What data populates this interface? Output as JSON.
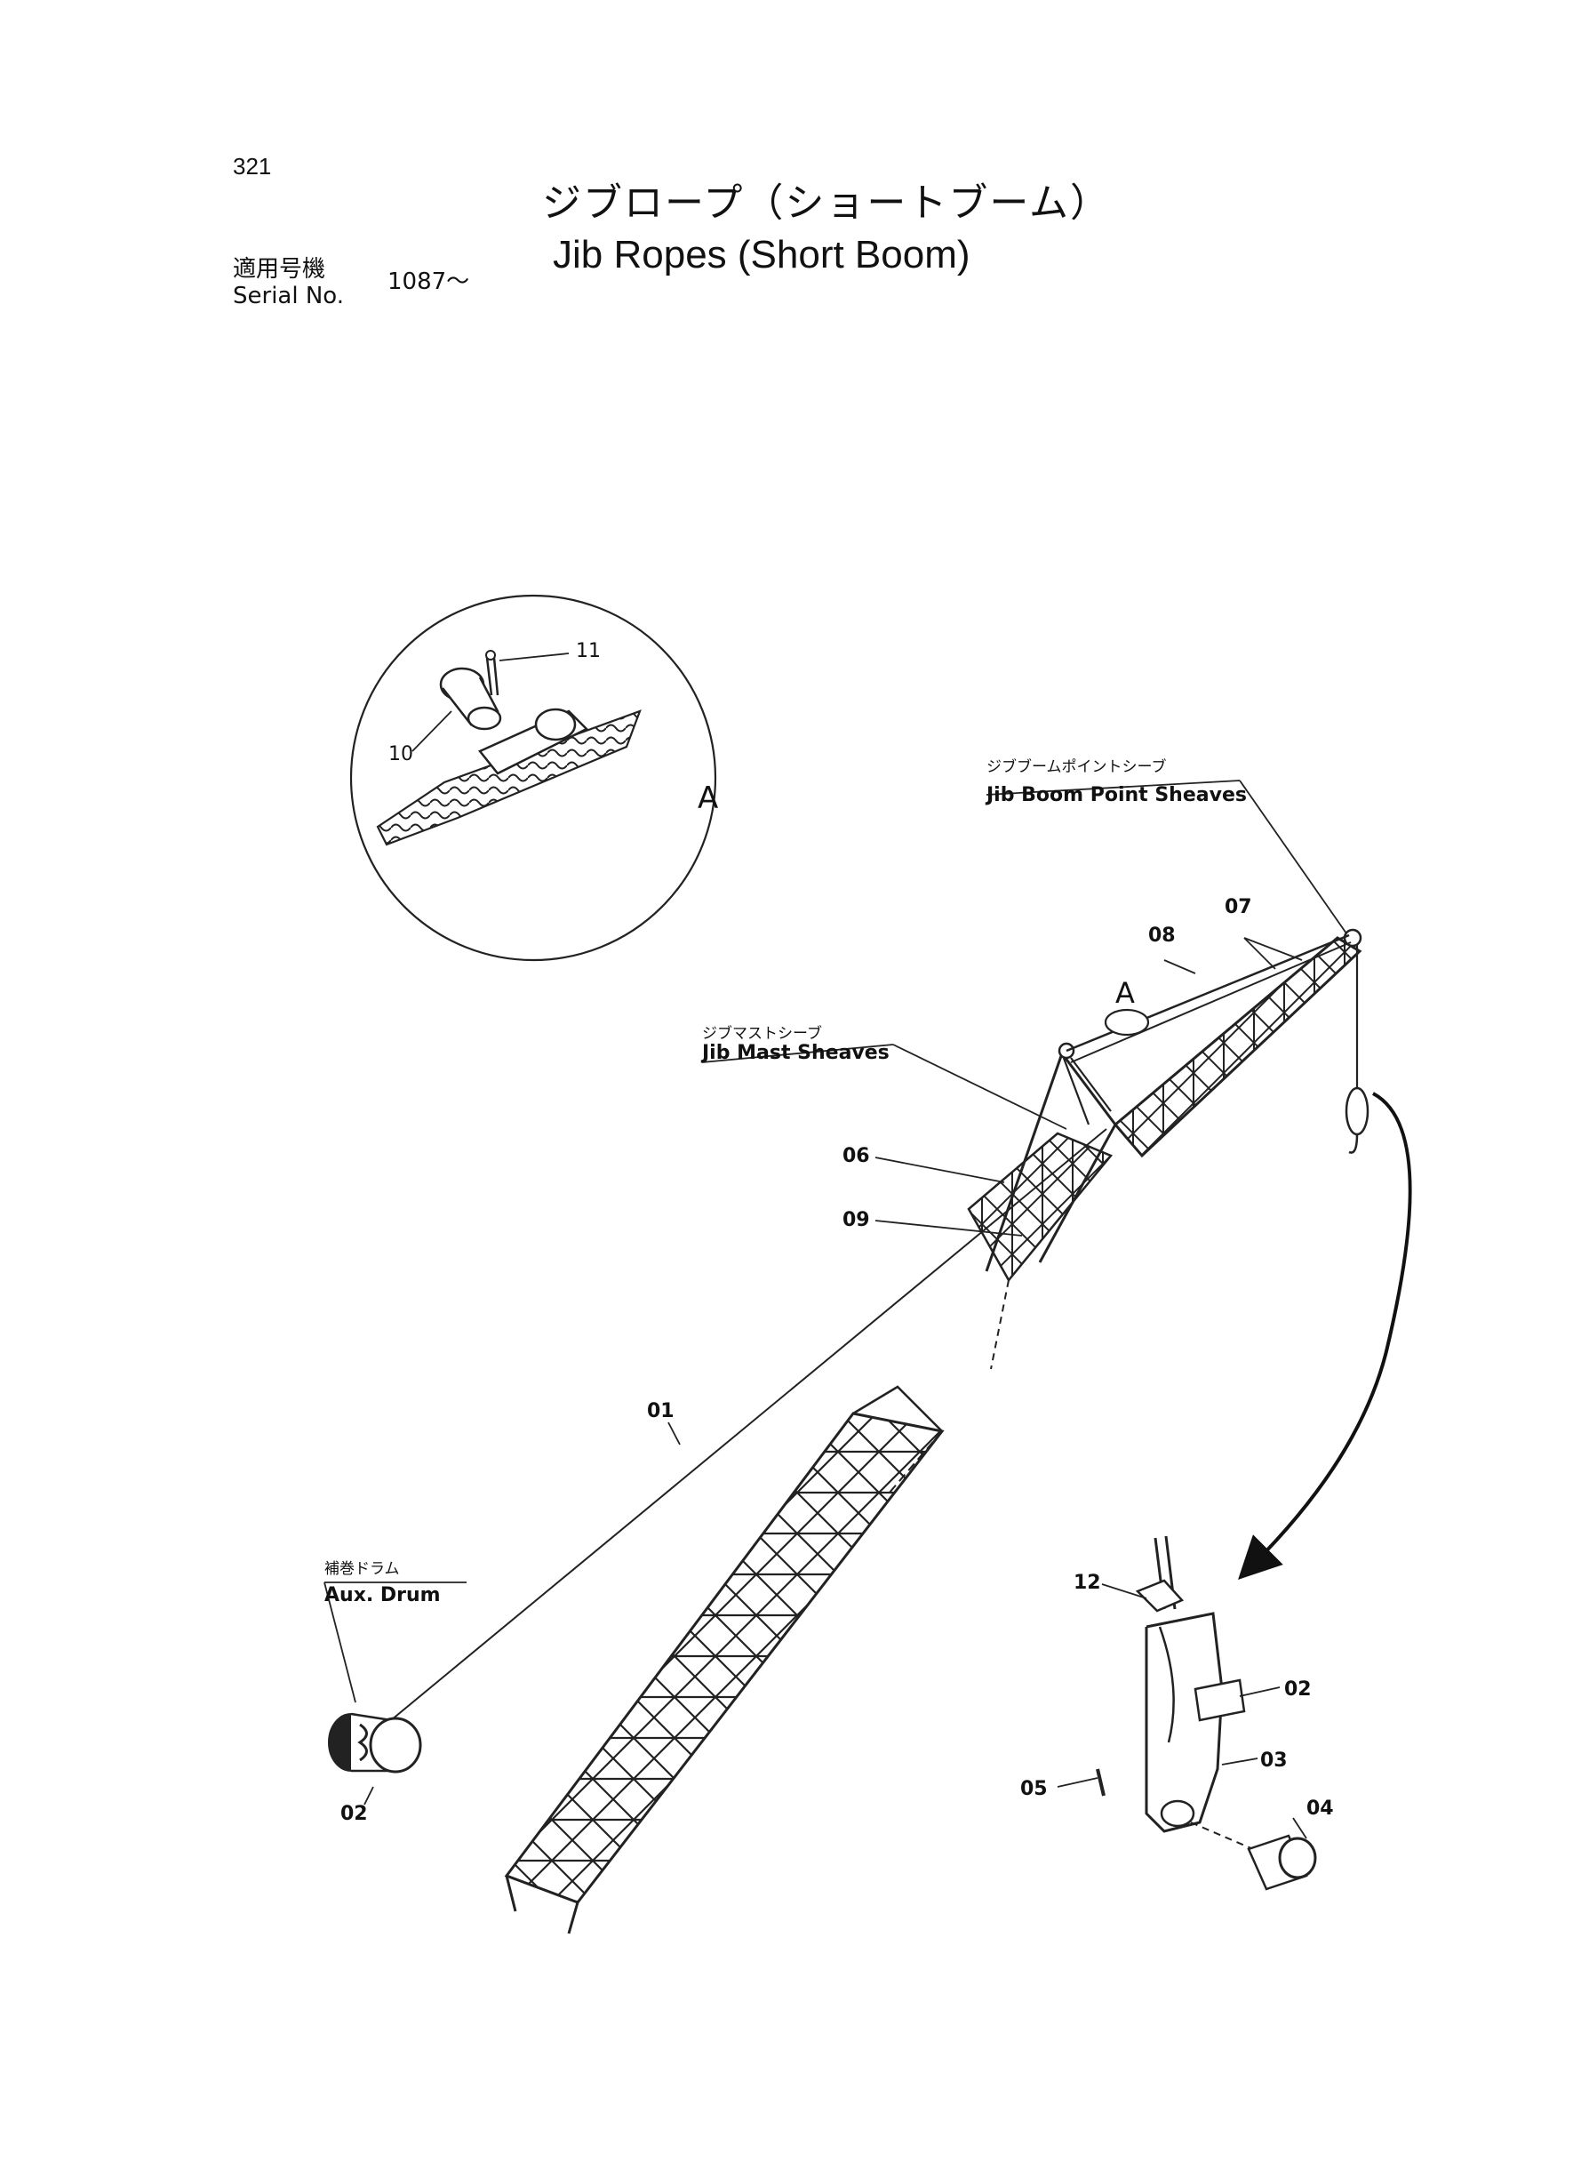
{
  "header": {
    "page_number": "321",
    "title_jp": "ジブロープ（ショートブーム）",
    "title_en": "Jib Ropes (Short Boom)",
    "serial_label_jp": "適用号機",
    "serial_label_en": "Serial No.",
    "serial_value": "1087～"
  },
  "callouts": {
    "jib_boom_point_sheaves_jp": "ジブブームポイントシーブ",
    "jib_boom_point_sheaves_en": "Jib Boom Point Sheaves",
    "jib_mast_sheaves_jp": "ジブマストシーブ",
    "jib_mast_sheaves_en": "Jib Mast Sheaves",
    "aux_drum_jp": "補巻ドラム",
    "aux_drum_en": "Aux. Drum",
    "detail_a": "A",
    "detail_a_small": "A"
  },
  "parts": {
    "p01": "01",
    "p02_drum": "02",
    "p02_hook": "02",
    "p03": "03",
    "p04": "04",
    "p05": "05",
    "p06": "06",
    "p07": "07",
    "p08": "08",
    "p09": "09",
    "p10": "10",
    "p11": "11",
    "p12": "12"
  }
}
